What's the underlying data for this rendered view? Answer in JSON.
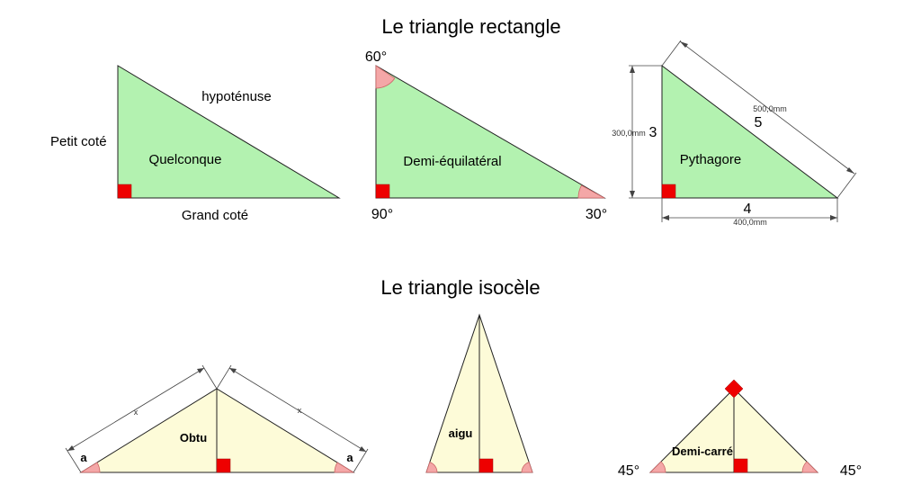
{
  "titles": {
    "rectangle": "Le triangle rectangle",
    "isocele": "Le triangle isocèle"
  },
  "rect_triangles": {
    "quelconque": {
      "name": "Quelconque",
      "hypotenuse": "hypoténuse",
      "petit_cote": "Petit coté",
      "grand_cote": "Grand coté"
    },
    "demi_equilateral": {
      "name": "Demi-équilatéral",
      "angle_top": "60°",
      "angle_right": "90°",
      "angle_bottom": "30°"
    },
    "pythagore": {
      "name": "Pythagore",
      "side_vertical": "3",
      "side_horizontal": "4",
      "side_hyp": "5",
      "dim_vertical": "300,0mm",
      "dim_horizontal": "400,0mm",
      "dim_hyp": "500,0mm"
    }
  },
  "iso_triangles": {
    "obtu": {
      "name": "Obtu",
      "angle_left": "a",
      "angle_right": "a",
      "tick_left": "x",
      "tick_right": "x"
    },
    "aigu": {
      "name": "aigu"
    },
    "demi_carre": {
      "name": "Demi-carré",
      "angle_left": "45°",
      "angle_right": "45°"
    }
  },
  "colors": {
    "green_fill": "#b3f2b0",
    "yellow_fill": "#fdfbd8",
    "right_angle_marker": "#ee0000",
    "angle_marker": "#f4a7a7"
  }
}
